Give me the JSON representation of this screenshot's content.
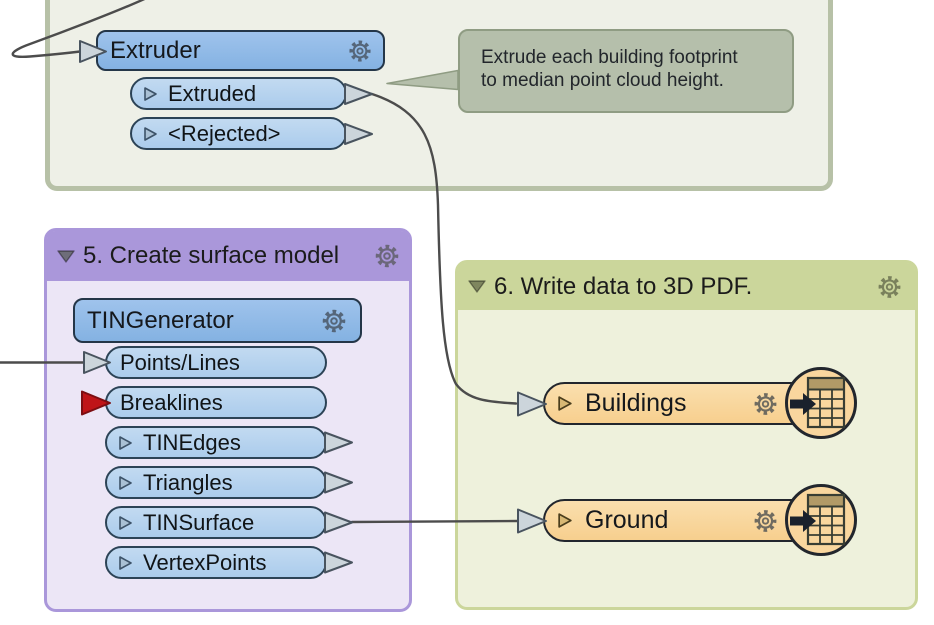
{
  "bookmarks": {
    "top": {
      "title": ""
    },
    "surface_model": {
      "title": "5. Create surface model"
    },
    "write_pdf": {
      "title": "6. Write data to 3D PDF."
    }
  },
  "annotation": {
    "line1": "Extrude each building footprint",
    "line2": "to median point cloud height."
  },
  "transformers": {
    "extruder": {
      "title": "Extruder",
      "output_ports": [
        "Extruded",
        "<Rejected>"
      ]
    },
    "tingenerator": {
      "title": "TINGenerator",
      "input_ports": [
        "Points/Lines",
        "Breaklines"
      ],
      "output_ports": [
        "TINEdges",
        "Triangles",
        "TINSurface",
        "VertexPoints"
      ]
    }
  },
  "writers": {
    "buildings": {
      "label": "Buildings"
    },
    "ground": {
      "label": "Ground"
    }
  },
  "connections": [
    {
      "from": "off-canvas-top-left",
      "to": "Extruder (input)"
    },
    {
      "from": "Extruder:Extruded",
      "to": "Buildings (input)"
    },
    {
      "from": "off-canvas-left",
      "to": "TINGenerator:Points/Lines"
    },
    {
      "from": "TINGenerator:TINSurface",
      "to": "Ground (input)"
    }
  ],
  "icons": {
    "gear": "gear-icon",
    "collapse": "collapse-triangle-icon",
    "writer_table": "table-writer-icon",
    "port_triangle": "port-triangle-icon",
    "unconnected_input": "red-arrow-icon"
  },
  "colors": {
    "bookmark_top_fill": "#eef0e7",
    "bookmark_top_border": "#b7c1a7",
    "bookmark5_header": "#aa97da",
    "bookmark5_body": "#ece6f6",
    "bookmark6_header": "#cbd69b",
    "bookmark6_body": "#eef1dc",
    "node_blue": "#8cb8e6",
    "port_blue": "#b6d3ee",
    "node_border": "#243648",
    "writer_orange": "#f9d69e",
    "writer_border": "#22262d",
    "annotation_fill": "#b5bfab",
    "annotation_border": "#8f9c83",
    "wire": "#4c4c4c",
    "arrow_gray": "#ccd5db",
    "arrow_red": "#bf1418"
  }
}
